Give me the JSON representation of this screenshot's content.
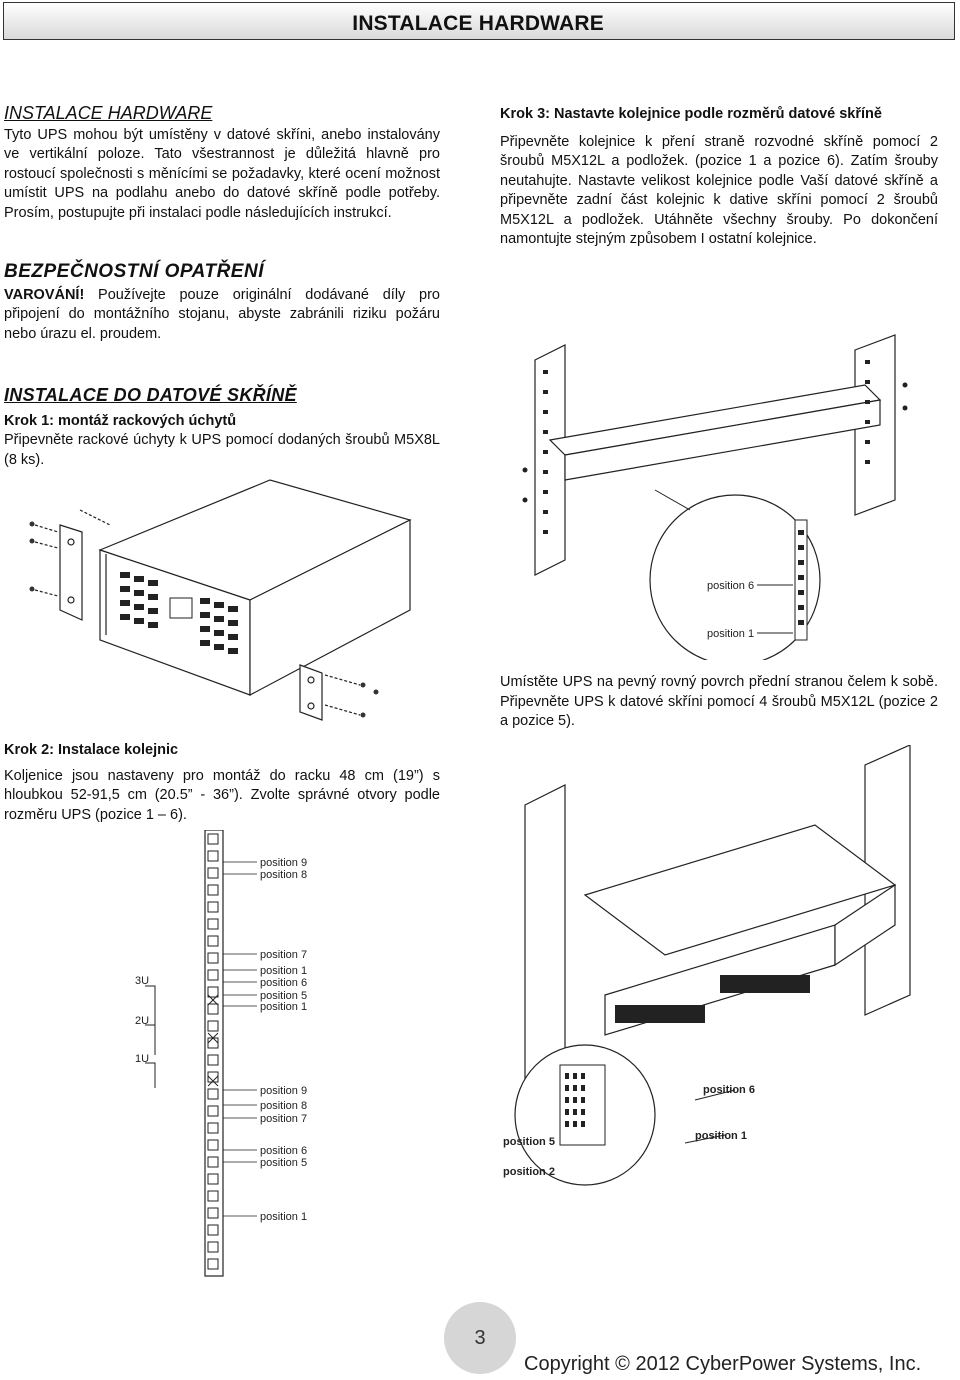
{
  "header": {
    "title": "INSTALACE HARDWARE"
  },
  "intro": {
    "heading": "INSTALACE HARDWARE",
    "text": "Tyto UPS mohou být umístěny v datové skříni, anebo instalovány ve vertikální poloze. Tato všestrannost je důležitá hlavně pro rostoucí společnosti s měnícími se požadavky, které ocení možnost umístit UPS na podlahu anebo do datové skříně podle potřeby. Prosím, postupujte při instalaci podle následujících instrukcí."
  },
  "safety": {
    "heading": "BEZPEČNOSTNÍ OPATŘENÍ",
    "warning_label": "VAROVÁNÍ!",
    "text": " Používejte pouze originální dodávané díly pro připojení do montážního stojanu, abyste zabránili riziku požáru nebo úrazu el. proudem."
  },
  "rack": {
    "heading": "INSTALACE DO DATOVÉ SKŘÍNĚ",
    "step1_title": "Krok 1: montáž rackových úchytů",
    "step1_text": "Připevněte rackové úchyty k UPS pomocí dodaných šroubů M5X8L (8 ks)."
  },
  "step2": {
    "title": "Krok 2: Instalace kolejnic",
    "text": "Koljenice jsou nastaveny pro montáž do racku 48 cm (19”) s hloubkou 52-91,5 cm (20.5” - 36”). Zvolte správné otvory podle rozměru UPS (pozice 1 – 6)."
  },
  "step3": {
    "title": "Krok 3: Nastavte kolejnice podle rozměrů datové skříně",
    "text": "Připevněte kolejnice k pření straně rozvodné skříně pomocí 2 šroubů M5X12L a podložek. (pozice 1 a pozice 6). Zatím šrouby neutahujte. Nastavte velikost kolejnice podle Vaší datové skříně a připevněte zadní část kolejnic k dative skříni pomocí 2 šroubů M5X12L a podložek. Utáhněte všechny šrouby. Po dokončení namontujte stejným způsobem I ostatní kolejnice."
  },
  "step4": {
    "text": "Umístěte UPS na pevný rovný povrch přední stranou čelem k sobě. Připevněte UPS k datové skříni pomocí 4 šroubů M5X12L (pozice 2 a pozice 5)."
  },
  "fig_rail": {
    "unit_labels": [
      "3U",
      "2U",
      "1U"
    ],
    "position_labels": [
      "position 9",
      "position 8",
      "position 7",
      "position 1",
      "position 6",
      "position 5",
      "position 1",
      "position 9",
      "position 8",
      "position 7",
      "position 6",
      "position 5",
      "position 1"
    ]
  },
  "fig_step3": {
    "labels": [
      "position 6",
      "position 1"
    ]
  },
  "fig_step4": {
    "labels": [
      "position 6",
      "position 5",
      "position 1",
      "position 2"
    ]
  },
  "footer": {
    "page_number": "3",
    "copyright": "Copyright © 2012 CyberPower Systems, Inc."
  }
}
